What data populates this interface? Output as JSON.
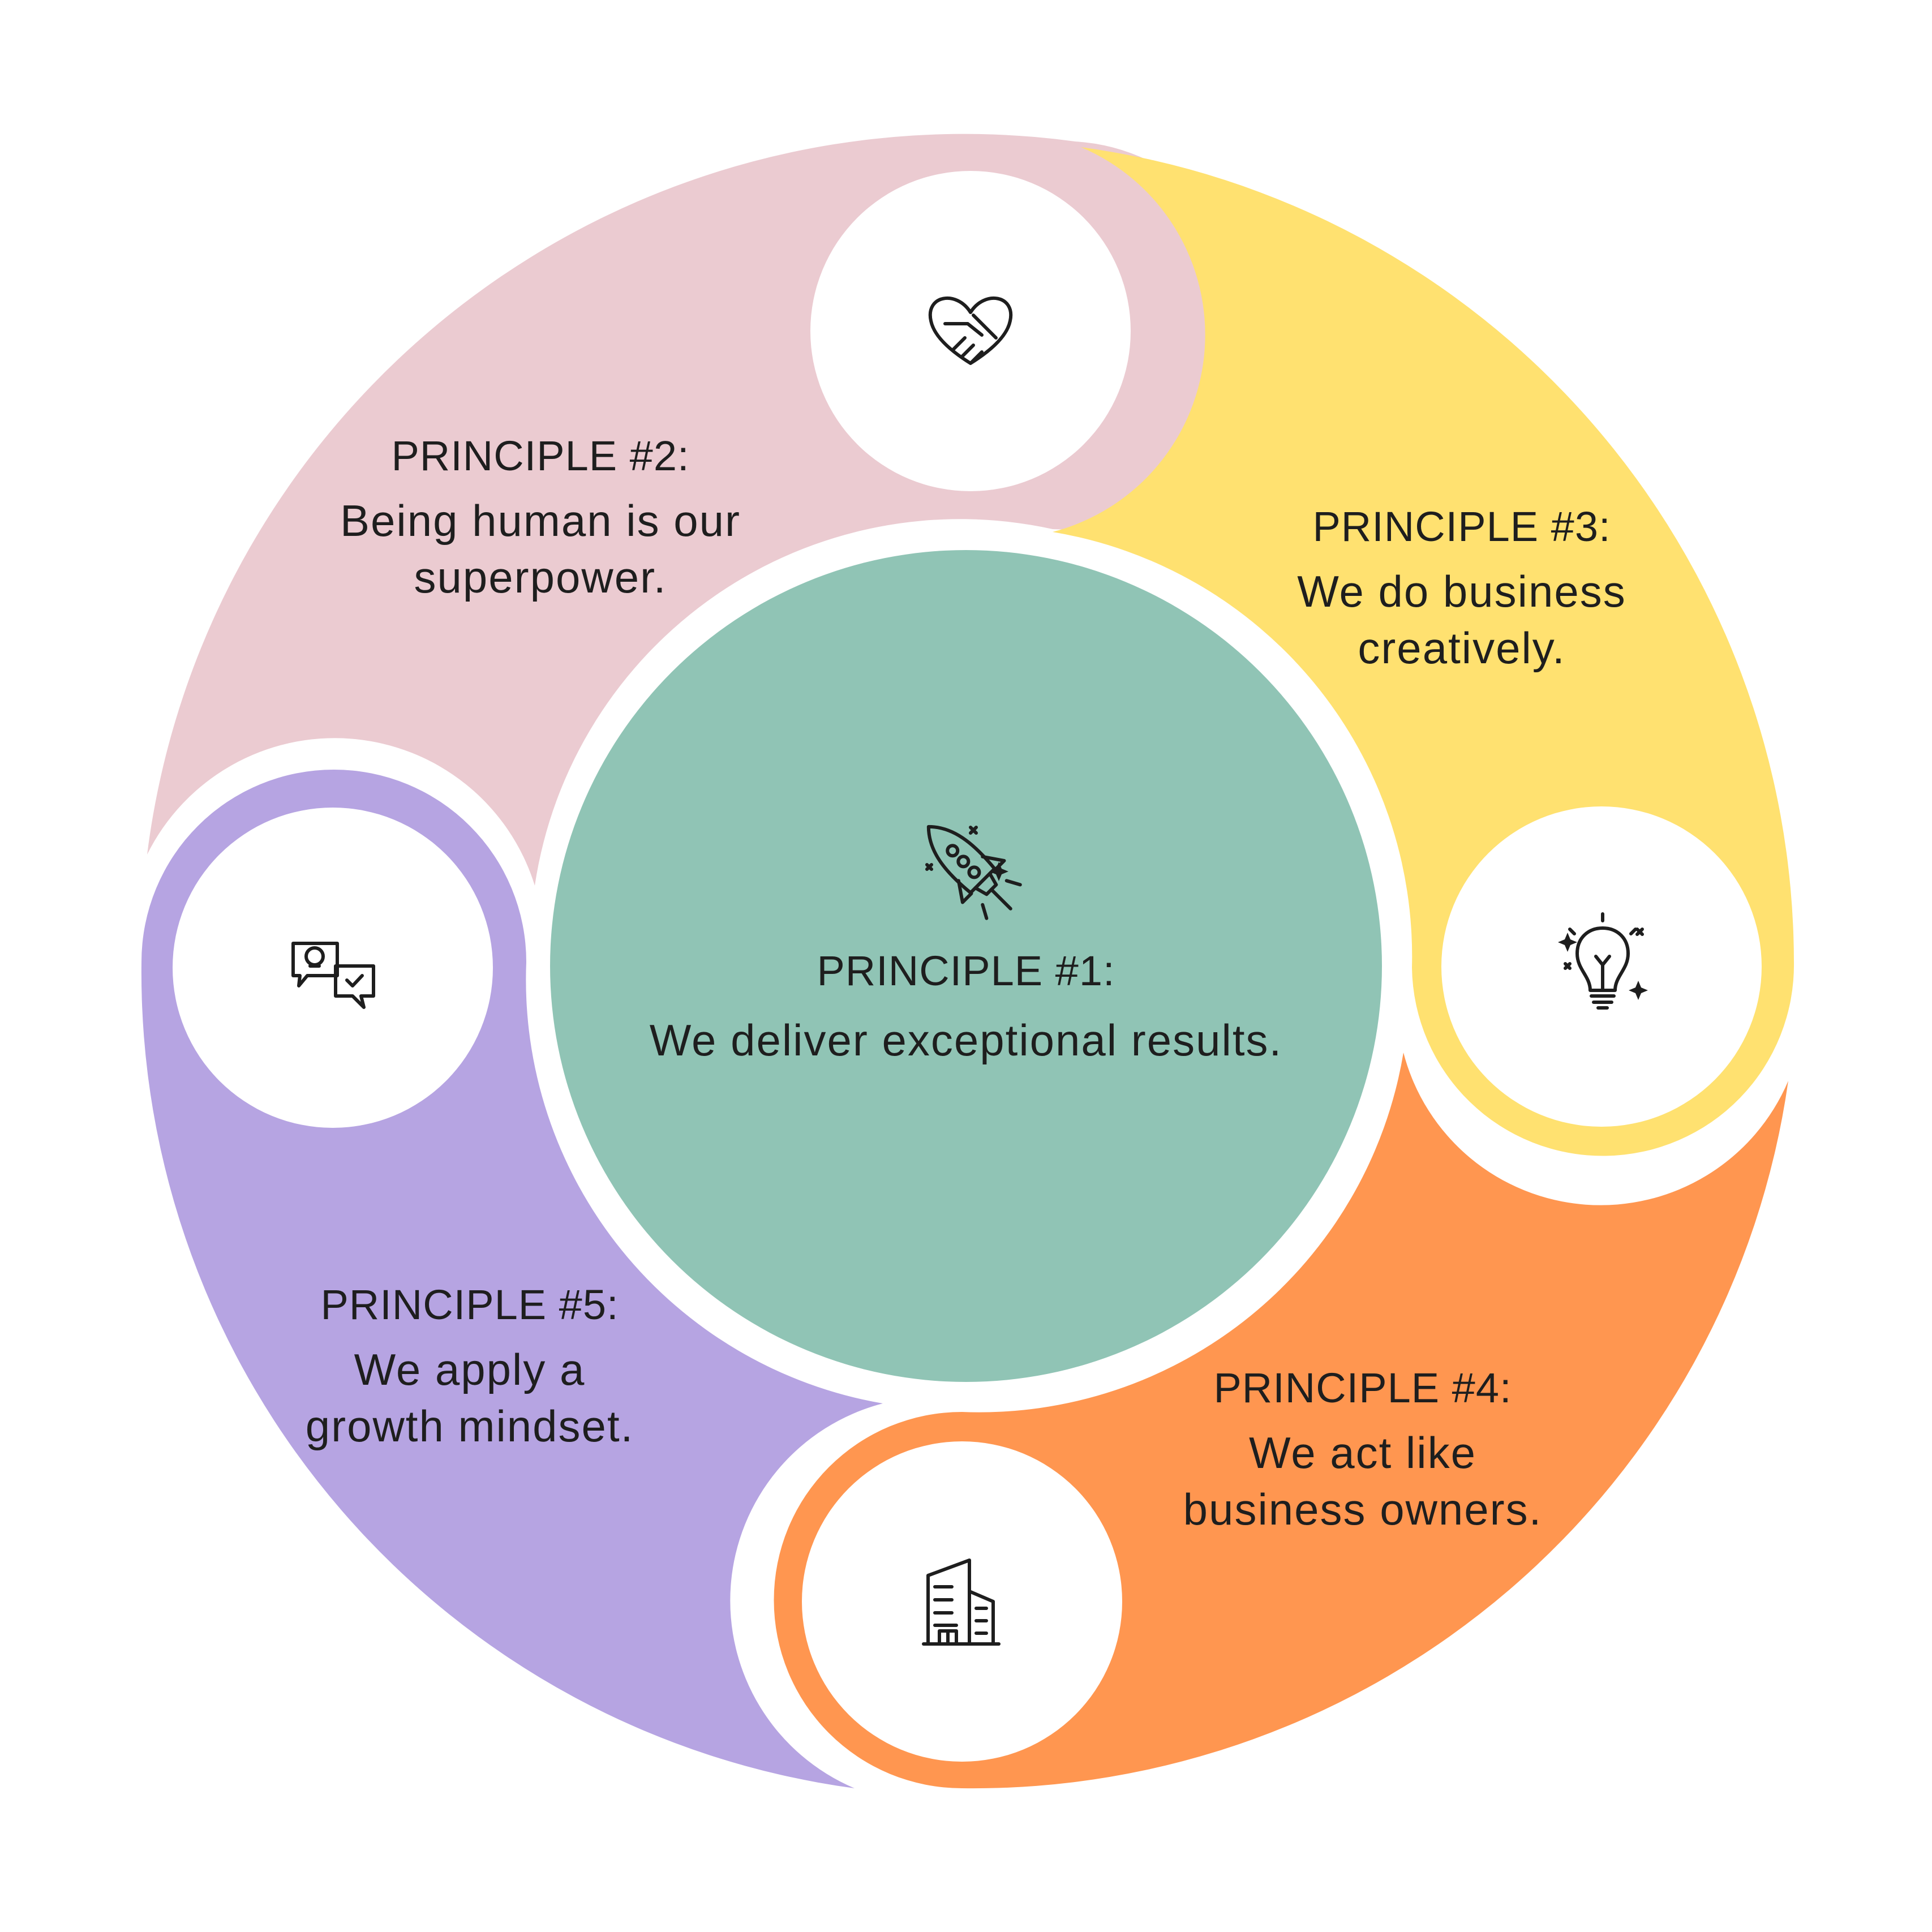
{
  "colors": {
    "background": "#ffffff",
    "center": "#90c4b5",
    "principle_2": "#ebcbd1",
    "principle_3": "#ffe170",
    "principle_4": "#ff9650",
    "principle_5": "#b6a4e2",
    "icon_stroke": "#1e1e1e"
  },
  "center": {
    "heading": "PRINCIPLE #1:",
    "text": "We deliver exceptional results.",
    "icon": "rocket-icon"
  },
  "segments": [
    {
      "id": "principle-2",
      "heading": "PRINCIPLE #2:",
      "lines": [
        "Being human is our",
        "superpower."
      ],
      "icon": "heart-handshake-icon"
    },
    {
      "id": "principle-3",
      "heading": "PRINCIPLE #3:",
      "lines": [
        "We do business",
        "creatively."
      ],
      "icon": "lightbulb-icon"
    },
    {
      "id": "principle-4",
      "heading": "PRINCIPLE #4:",
      "lines": [
        "We act like",
        "business owners."
      ],
      "icon": "office-buildings-icon"
    },
    {
      "id": "principle-5",
      "heading": "PRINCIPLE #5:",
      "lines": [
        "We apply a",
        "growth mindset."
      ],
      "icon": "idea-chat-icon"
    }
  ]
}
